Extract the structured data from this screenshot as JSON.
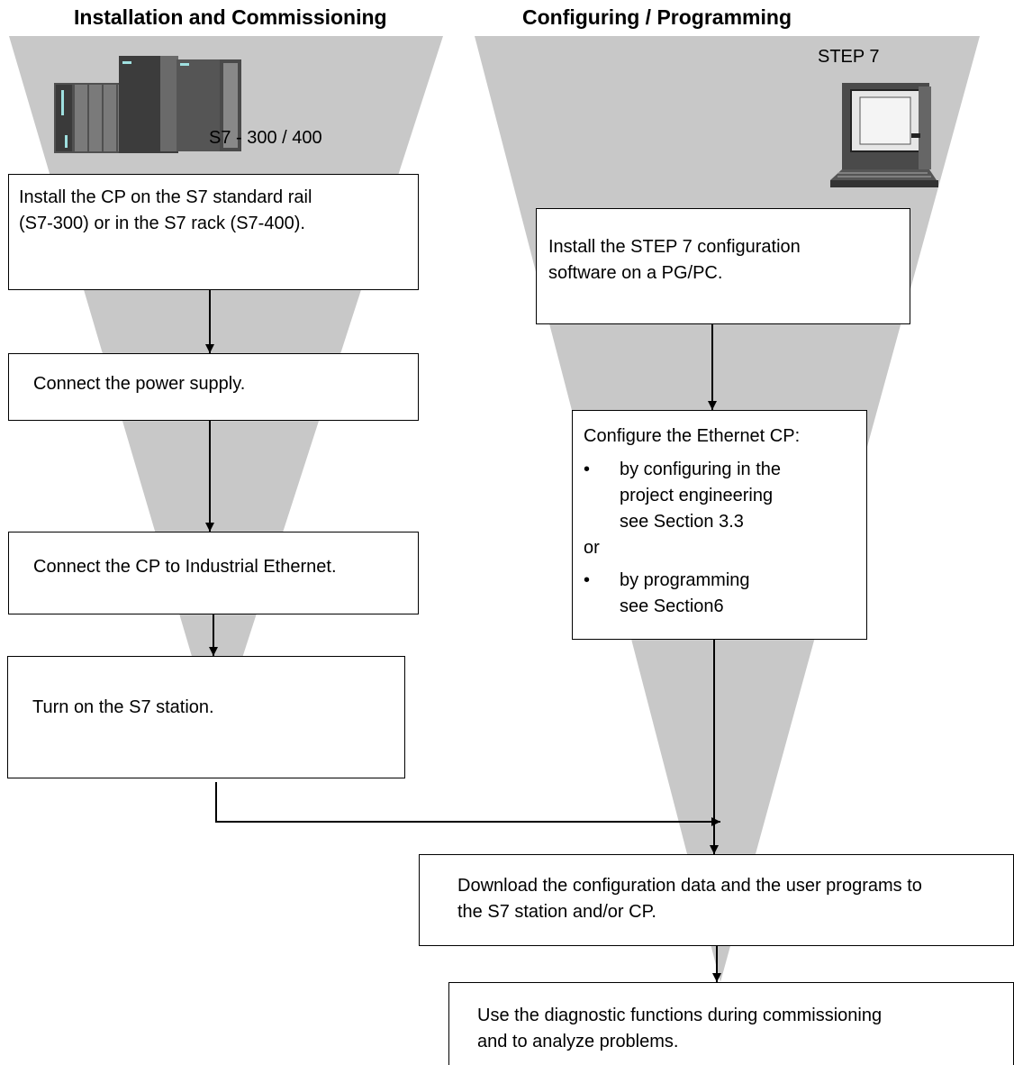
{
  "headings": {
    "left": "Installation and Commissioning",
    "right": "Configuring / Programming"
  },
  "hardware_labels": {
    "plc": "S7 - 300 / 400",
    "software": "STEP 7"
  },
  "steps": {
    "install_cp": "Install the CP on the S7 standard rail (S7-300) or in the S7 rack (S7-400).",
    "install_cp_line1": "Install the CP on the S7 standard rail",
    "install_cp_line2": "(S7-300) or in the S7 rack (S7-400).",
    "power": "Connect the power supply.",
    "ethernet": "Connect the CP to Industrial Ethernet.",
    "turn_on": "Turn on the S7 station.",
    "install_step7_line1": "Install the STEP 7 configuration",
    "install_step7_line2": "software on a PG/PC.",
    "download_line1": "Download the configuration data and the user programs to",
    "download_line2": "the S7 station and/or CP.",
    "diagnostics_line1": "Use the diagnostic functions during commissioning",
    "diagnostics_line2": "and to analyze problems."
  },
  "configure_cp": {
    "title": "Configure the Ethernet CP:",
    "option1_line1": "by configuring in the",
    "option1_line2": "project engineering",
    "option1_line3": "see Section 3.3",
    "or": "or",
    "option2_line1": "by programming",
    "option2_line2": "see Section6",
    "bullet": "•"
  },
  "colors": {
    "funnel": "#c8c8c8",
    "box_border": "#000000",
    "background": "#ffffff"
  }
}
